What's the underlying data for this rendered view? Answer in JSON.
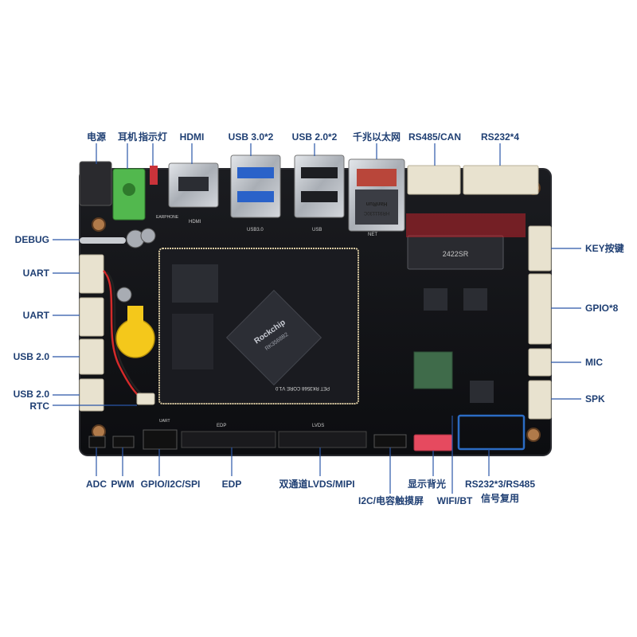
{
  "labels": {
    "power": "电源",
    "earphone": "耳机",
    "indicator": "指示灯",
    "hdmi": "HDMI",
    "usb3": "USB 3.0*2",
    "usb2top": "USB 2.0*2",
    "ethernet": "千兆以太网",
    "rs485can": "RS485/CAN",
    "rs232x4": "RS232*4",
    "debug": "DEBUG",
    "uart1": "UART",
    "uart2": "UART",
    "usb2a": "USB 2.0",
    "usb2b": "USB 2.0",
    "rtc": "RTC",
    "key": "KEY按键",
    "gpio8": "GPIO*8",
    "mic": "MIC",
    "spk": "SPK",
    "adc": "ADC",
    "pwm": "PWM",
    "gpio_i2c_spi": "GPIO/I2C/SPI",
    "edp": "EDP",
    "lvds": "双通道LVDS/MIPI",
    "i2c_touch": "I2C/电容触摸屏",
    "backlight": "显示背光",
    "wifi": "WIFI/BT",
    "rs232x3_line1": "RS232*3/RS485",
    "rs232x3_line2": "信号复用"
  },
  "board_text": {
    "soc_brand": "Rockchip",
    "soc_model": "RK3568B2",
    "core_label": "PET RK3568 CORE V1.0",
    "eth_brand": "HanRun",
    "eth_model": "HR911130C",
    "emmc": "2422SR",
    "silk_usb3": "USB3.0",
    "silk_usb": "USB",
    "silk_net": "NET",
    "silk_hdmi": "HDMI",
    "silk_earphone": "EARPHONE",
    "silk_edp": "EDP",
    "silk_lvds": "LVDS",
    "silk_uart": "UART"
  },
  "colors": {
    "label": "#1f3f73",
    "pointer": "#2a56a8",
    "pcb": "#121316",
    "connector": "#e8e2cf",
    "earphone_jack": "#52b84e",
    "battery": "#f4c81b",
    "backlight_conn": "#e64a5f",
    "highlight_box": "#2b6cc4"
  }
}
